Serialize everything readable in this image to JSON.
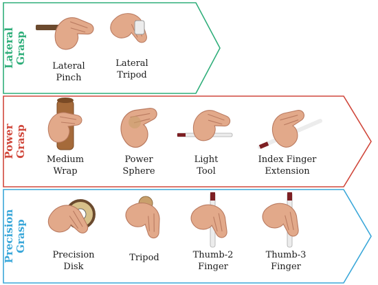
{
  "colors": {
    "lateral": "#2fae7a",
    "power": "#d0473b",
    "precision": "#3aa7d9",
    "skin": "#e2a98a",
    "skin_shadow": "#b97a60",
    "wood": "#a56a3a",
    "wood_dark": "#7a4a25",
    "tape": "#6b4a2e",
    "tool_white": "#ececec",
    "tool_red": "#7d1f23",
    "ball": "#c9a06c"
  },
  "categories": [
    {
      "key": "lateral",
      "label_lines": [
        "Lateral",
        "Grasp"
      ],
      "items": [
        {
          "lines": [
            "Lateral",
            "Pinch"
          ],
          "icon": "lateral-pinch-hand-icon"
        },
        {
          "lines": [
            "Lateral",
            "Tripod"
          ],
          "icon": "lateral-tripod-hand-icon"
        }
      ]
    },
    {
      "key": "power",
      "label_lines": [
        "Power",
        "Grasp"
      ],
      "items": [
        {
          "lines": [
            "Medium",
            "Wrap"
          ],
          "icon": "medium-wrap-hand-icon"
        },
        {
          "lines": [
            "Power",
            "Sphere"
          ],
          "icon": "power-sphere-hand-icon"
        },
        {
          "lines": [
            "Light",
            "Tool"
          ],
          "icon": "light-tool-hand-icon"
        },
        {
          "lines": [
            "Index Finger",
            "Extension"
          ],
          "icon": "index-finger-extension-hand-icon"
        }
      ]
    },
    {
      "key": "precision",
      "label_lines": [
        "Precision",
        "Grasp"
      ],
      "items": [
        {
          "lines": [
            "Precision",
            "Disk"
          ],
          "icon": "precision-disk-hand-icon"
        },
        {
          "lines": [
            "Tripod"
          ],
          "icon": "tripod-hand-icon"
        },
        {
          "lines": [
            "Thumb-2",
            "Finger"
          ],
          "icon": "thumb-2-finger-hand-icon"
        },
        {
          "lines": [
            "Thumb-3",
            "Finger"
          ],
          "icon": "thumb-3-finger-hand-icon"
        }
      ]
    }
  ]
}
